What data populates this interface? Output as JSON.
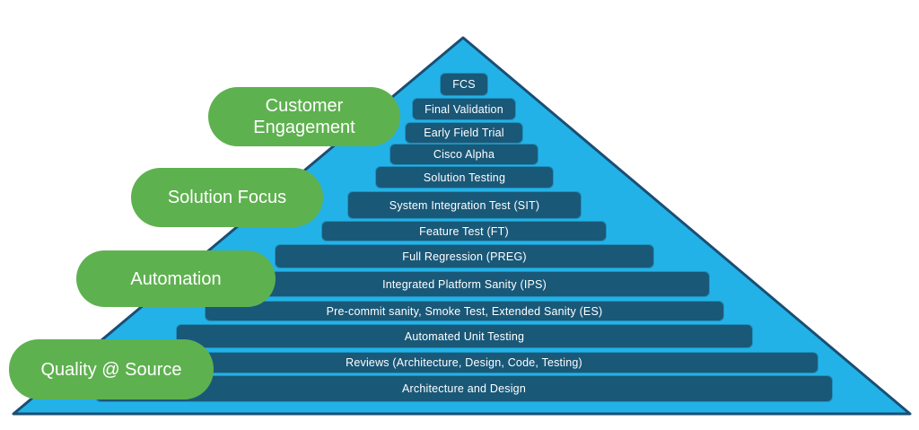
{
  "pyramid": {
    "levels": [
      {
        "label": "FCS"
      },
      {
        "label": "Final Validation"
      },
      {
        "label": "Early Field Trial"
      },
      {
        "label": "Cisco Alpha"
      },
      {
        "label": "Solution Testing"
      },
      {
        "label": "System Integration Test (SIT)"
      },
      {
        "label": "Feature Test (FT)"
      },
      {
        "label": "Full Regression (PREG)"
      },
      {
        "label": "Integrated Platform Sanity (IPS)"
      },
      {
        "label": "Pre-commit sanity, Smoke Test, Extended Sanity (ES)"
      },
      {
        "label": "Automated Unit Testing"
      },
      {
        "label": "Reviews (Architecture, Design, Code, Testing)"
      },
      {
        "label": "Architecture and Design"
      }
    ]
  },
  "stages": [
    {
      "label": "Customer Engagement"
    },
    {
      "label": "Solution Focus"
    },
    {
      "label": "Automation"
    },
    {
      "label": "Quality @ Source"
    }
  ],
  "colors": {
    "pyramid_fill": "#23B2E7",
    "pyramid_border": "#1B4E73",
    "level_bar": "#1A5878",
    "stage_pill": "#5EB14F",
    "text": "#FFFFFF"
  }
}
